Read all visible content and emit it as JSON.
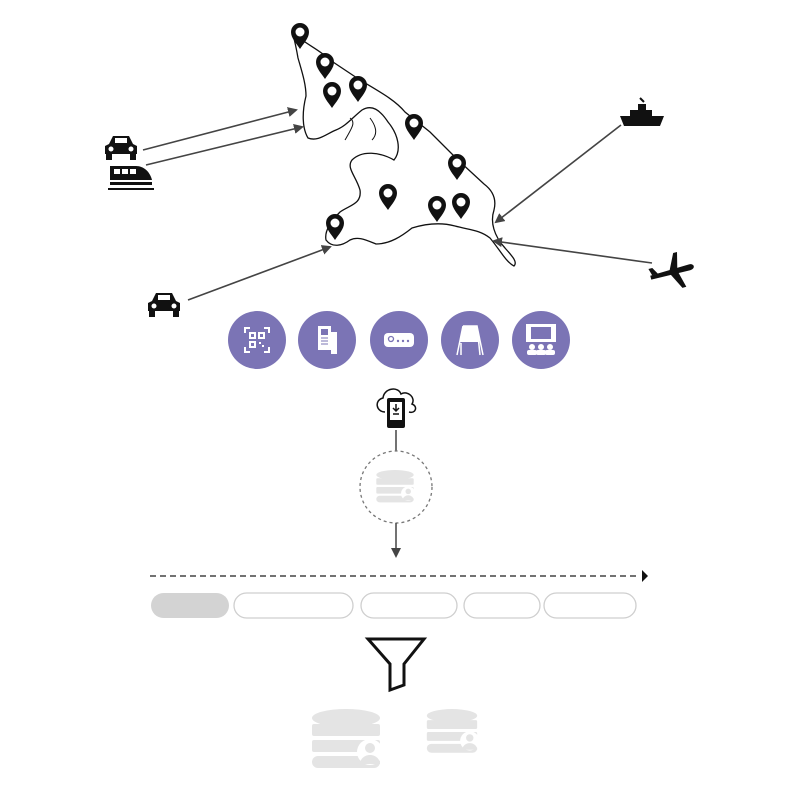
{
  "colors": {
    "accent": "#7b74b5",
    "line": "#444444",
    "faded": "#e4e4e4",
    "pill_active": "#d3d3d3",
    "pill_border": "#cfcfcf"
  },
  "map": {
    "pin_count": 10,
    "pin_icon": "map-pin-icon"
  },
  "transport": [
    {
      "icon": "car-icon"
    },
    {
      "icon": "train-icon"
    },
    {
      "icon": "car-icon"
    },
    {
      "icon": "ship-icon"
    },
    {
      "icon": "airplane-icon"
    }
  ],
  "channels": [
    {
      "icon": "qr-code-icon"
    },
    {
      "icon": "brochure-icon"
    },
    {
      "icon": "search-bar-icon"
    },
    {
      "icon": "signboard-icon"
    },
    {
      "icon": "cinema-screen-icon"
    }
  ],
  "flow": {
    "source_icon": "cloud-tablet-download-icon",
    "store_icon": "user-database-icon",
    "filter_icon": "funnel-icon",
    "timeline_segments": 5,
    "active_segment": 0
  }
}
